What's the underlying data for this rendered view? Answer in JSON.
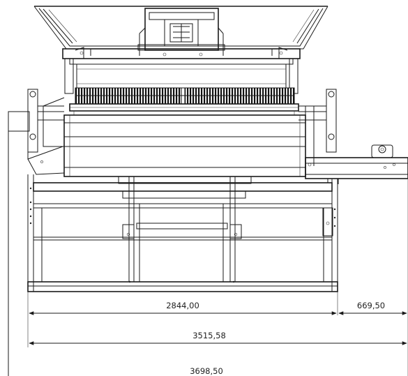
{
  "drawing": {
    "dimensions": {
      "machine_width": "2844,00",
      "conveyor_extension": "669,50",
      "overall_width": "3515,58",
      "total_width": "3698,50"
    }
  }
}
